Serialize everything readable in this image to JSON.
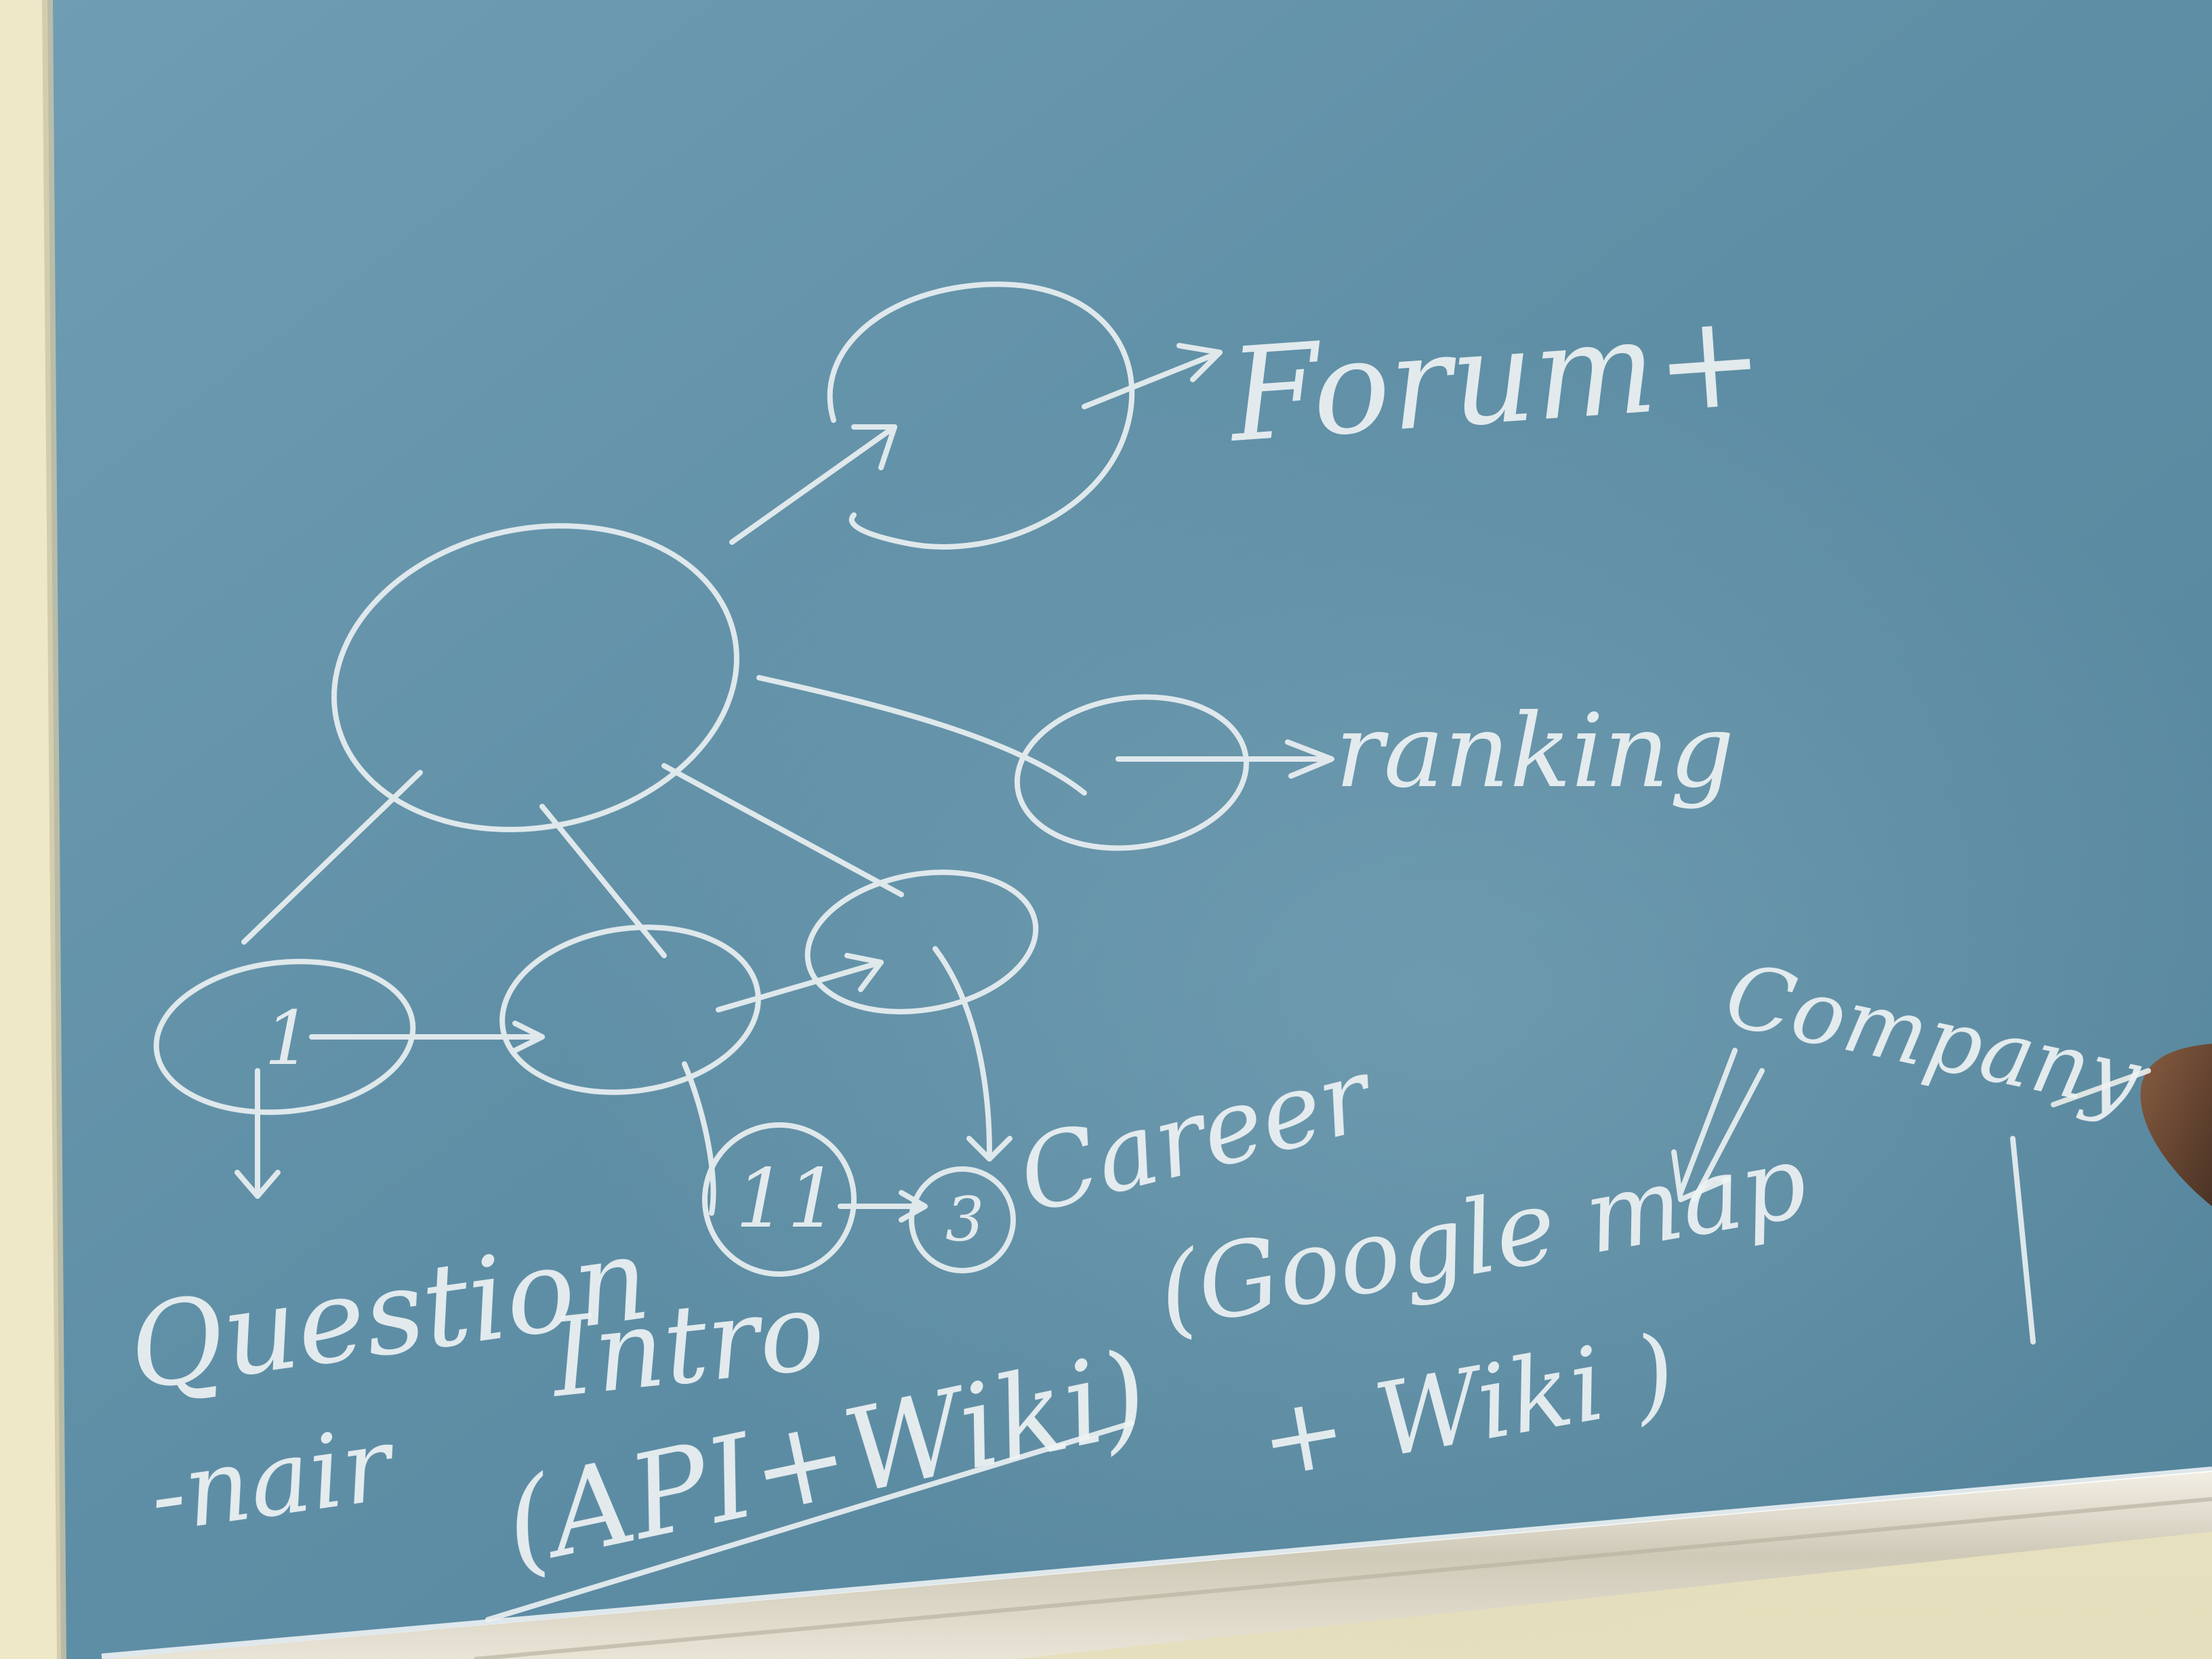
{
  "board": {
    "surface_color": "#5f8fa6",
    "chalk_color": "#eef2f3",
    "frame_color": "#efe8c8",
    "tray_color": "#d9d4c4"
  },
  "labels": {
    "forum": "Forum+",
    "ranking": "ranking",
    "node_1": "1",
    "node_11": "11",
    "node_3": "3",
    "questionnaire_line1": "Question",
    "questionnaire_line2": "-nair",
    "intro": "Intro",
    "api_wiki": "(API+Wiki)",
    "career": "Career",
    "company": "Company",
    "google_map": "(Google map",
    "plus_wiki": "+ Wiki )"
  }
}
